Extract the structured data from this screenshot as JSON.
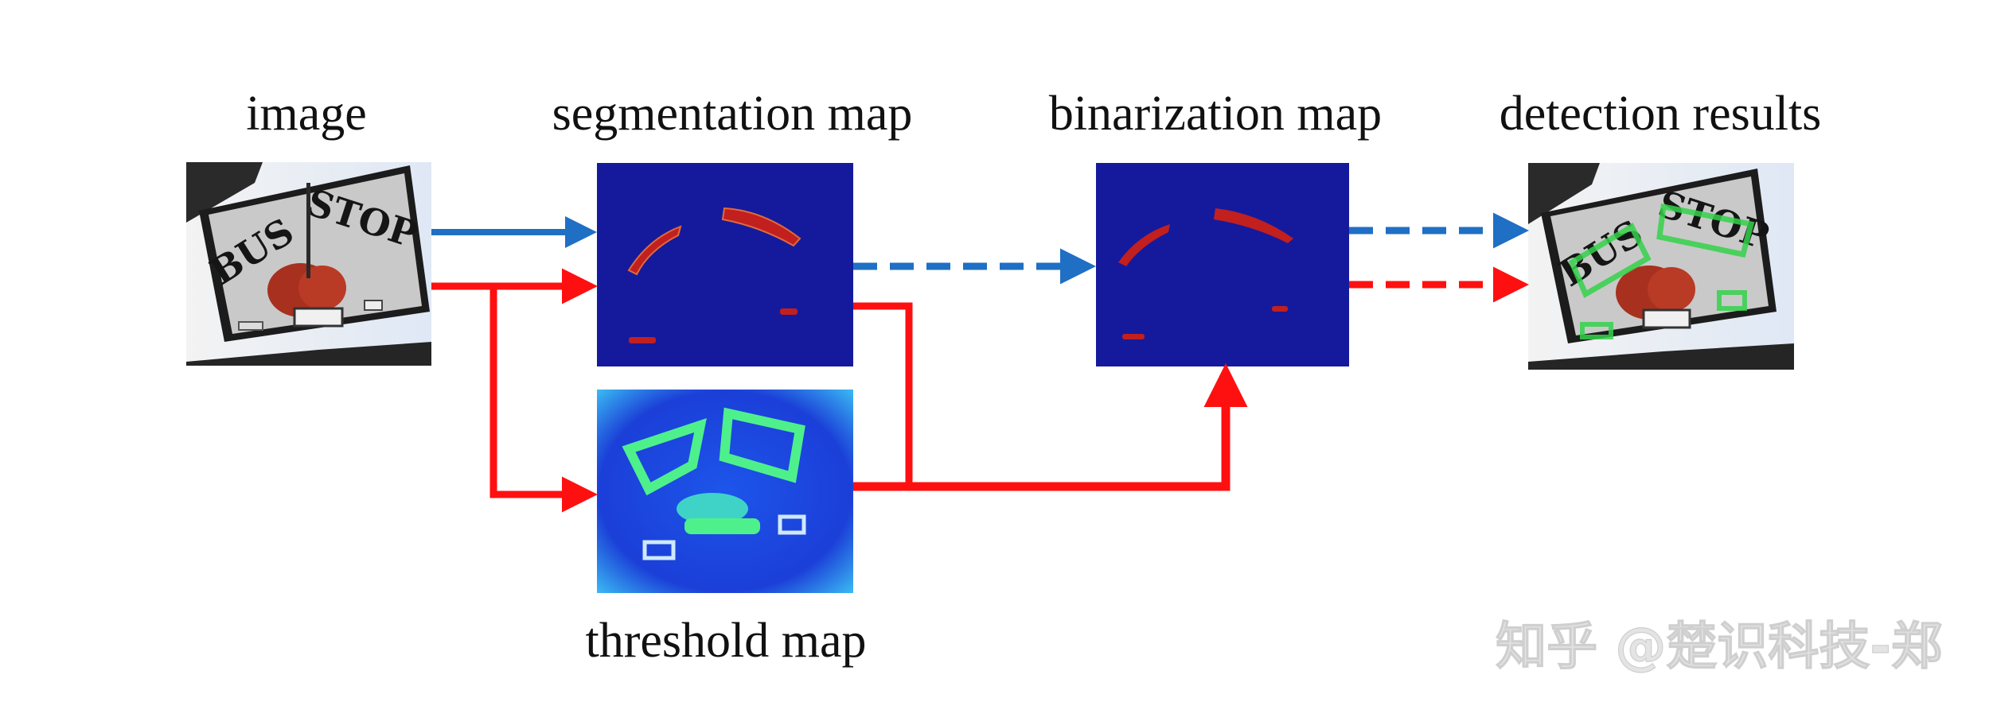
{
  "labels": {
    "image": "image",
    "segmentation": "segmentation map",
    "binarization": "binarization map",
    "detection": "detection results",
    "threshold": "threshold map"
  },
  "sign_text": {
    "word1": "BUS",
    "word2": "STOP"
  },
  "watermark": "知乎 @楚识科技-郑",
  "colors": {
    "blue_arrow": "#1f6fc4",
    "red_arrow": "#ff1010",
    "map_navy": "#151a9c",
    "segment_red": "#c21f1f",
    "threshold_bg": "#1a4fe0",
    "threshold_green": "#4ef08c",
    "detection_box": "#34d24a",
    "sign_panel": "#c9c9c9"
  },
  "icons": [
    "bus-stop-photo",
    "segmentation-heatmap",
    "binarization-heatmap",
    "threshold-heatmap",
    "detection-photo"
  ]
}
